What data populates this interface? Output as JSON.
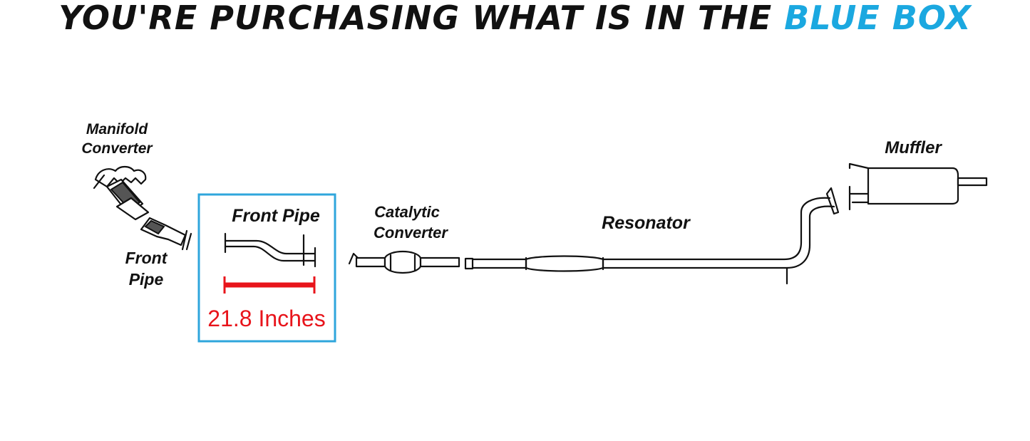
{
  "headline": {
    "prefix": "YOU'RE PURCHASING WHAT IS IN THE",
    "highlight": "BLUE BOX"
  },
  "colors": {
    "highlight": "#1ba8e0",
    "box_border": "#2fa6dc",
    "measurement": "#e8141b",
    "ink": "#111111"
  },
  "labels": {
    "manifold_line1": "Manifold",
    "manifold_line2": "Converter",
    "front_pipe_line1": "Front",
    "front_pipe_line2": "Pipe",
    "boxed_part": "Front Pipe",
    "catalytic_line1": "Catalytic",
    "catalytic_line2": "Converter",
    "resonator": "Resonator",
    "muffler": "Muffler"
  },
  "measurement": {
    "value": 21.8,
    "label": "21.8 Inches"
  }
}
